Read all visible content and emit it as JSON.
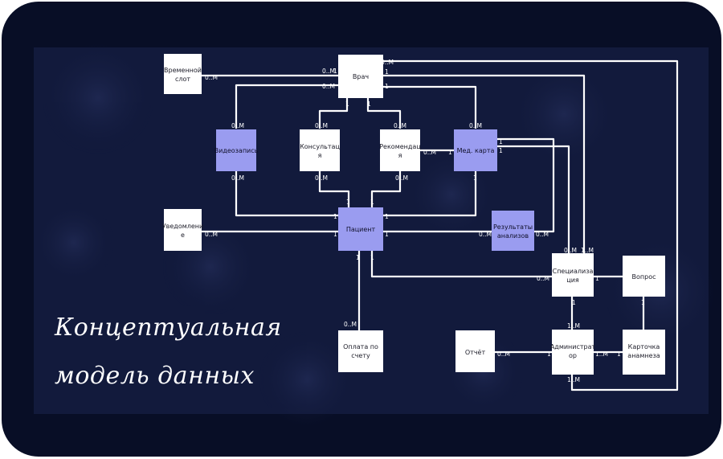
{
  "title": {
    "line1": "Концептуальная",
    "line2": "модель данных"
  },
  "colors": {
    "background": "#121a3c",
    "frame": "#080e26",
    "entity": "#ffffff",
    "highlight": "#9a9cf0",
    "connector": "#ffffff"
  },
  "entities": {
    "slot": {
      "lines": [
        "Временной",
        "слот"
      ],
      "highlight": false
    },
    "doctor": {
      "lines": [
        "Врач"
      ],
      "highlight": false
    },
    "video": {
      "lines": [
        "Видеозапись"
      ],
      "highlight": true
    },
    "consult": {
      "lines": [
        "Консультац",
        "я"
      ],
      "highlight": false
    },
    "recommend": {
      "lines": [
        "Рекомендац",
        "я"
      ],
      "highlight": false
    },
    "medcard": {
      "lines": [
        "Мед. карта"
      ],
      "highlight": true
    },
    "notify": {
      "lines": [
        "Уведомлени",
        "е"
      ],
      "highlight": false
    },
    "patient": {
      "lines": [
        "Пациент"
      ],
      "highlight": true
    },
    "results": {
      "lines": [
        "Результаты",
        "анализов"
      ],
      "highlight": true
    },
    "spec": {
      "lines": [
        "Специализа",
        "ция"
      ],
      "highlight": false
    },
    "question": {
      "lines": [
        "Вопрос"
      ],
      "highlight": false
    },
    "payment": {
      "lines": [
        "Оплата по",
        "счету"
      ],
      "highlight": false
    },
    "report": {
      "lines": [
        "Отчёт"
      ],
      "highlight": false
    },
    "admin": {
      "lines": [
        "Администрат",
        "ор"
      ],
      "highlight": false
    },
    "anamnesis": {
      "lines": [
        "Карточка",
        "анамнеза"
      ],
      "highlight": false
    }
  },
  "multiplicities": [
    {
      "id": "m1",
      "text": "0..M"
    },
    {
      "id": "m2",
      "text": "1"
    },
    {
      "id": "m3",
      "text": "0..M"
    },
    {
      "id": "m4",
      "text": "0..M"
    },
    {
      "id": "m5",
      "text": "1"
    },
    {
      "id": "m6",
      "text": "0..M"
    },
    {
      "id": "m7",
      "text": "1"
    },
    {
      "id": "m8",
      "text": "1"
    },
    {
      "id": "m9",
      "text": "0..M"
    },
    {
      "id": "m10",
      "text": "0..M"
    },
    {
      "id": "m11",
      "text": "0..M"
    },
    {
      "id": "m12",
      "text": "1"
    },
    {
      "id": "m13",
      "text": "0..M"
    },
    {
      "id": "m14",
      "text": "0..M"
    },
    {
      "id": "m15",
      "text": "0..M"
    },
    {
      "id": "m16",
      "text": "1"
    },
    {
      "id": "m17",
      "text": "1"
    },
    {
      "id": "m18",
      "text": "1"
    },
    {
      "id": "m19",
      "text": "1"
    },
    {
      "id": "m20",
      "text": "1"
    },
    {
      "id": "m21",
      "text": "0..M"
    },
    {
      "id": "m22",
      "text": "1"
    },
    {
      "id": "m23",
      "text": "1"
    },
    {
      "id": "m24",
      "text": "1"
    },
    {
      "id": "m25",
      "text": "0..M"
    },
    {
      "id": "m26",
      "text": "1"
    },
    {
      "id": "m27",
      "text": "1"
    },
    {
      "id": "m28",
      "text": "0..M"
    },
    {
      "id": "m29",
      "text": "0..M"
    },
    {
      "id": "m30",
      "text": "1..M"
    },
    {
      "id": "m31",
      "text": "1"
    },
    {
      "id": "m32",
      "text": "1"
    },
    {
      "id": "m33",
      "text": "1"
    },
    {
      "id": "m34",
      "text": "0..M"
    },
    {
      "id": "m35",
      "text": "1"
    },
    {
      "id": "m36",
      "text": "0..M"
    },
    {
      "id": "m37",
      "text": "0..M"
    },
    {
      "id": "m38",
      "text": "1..M"
    },
    {
      "id": "m39",
      "text": "0..M"
    },
    {
      "id": "m40",
      "text": "1"
    },
    {
      "id": "m41",
      "text": "0..M"
    },
    {
      "id": "m42",
      "text": "1..M"
    },
    {
      "id": "m43",
      "text": "1"
    },
    {
      "id": "m44",
      "text": "1..M"
    },
    {
      "id": "m45",
      "text": "1"
    }
  ]
}
